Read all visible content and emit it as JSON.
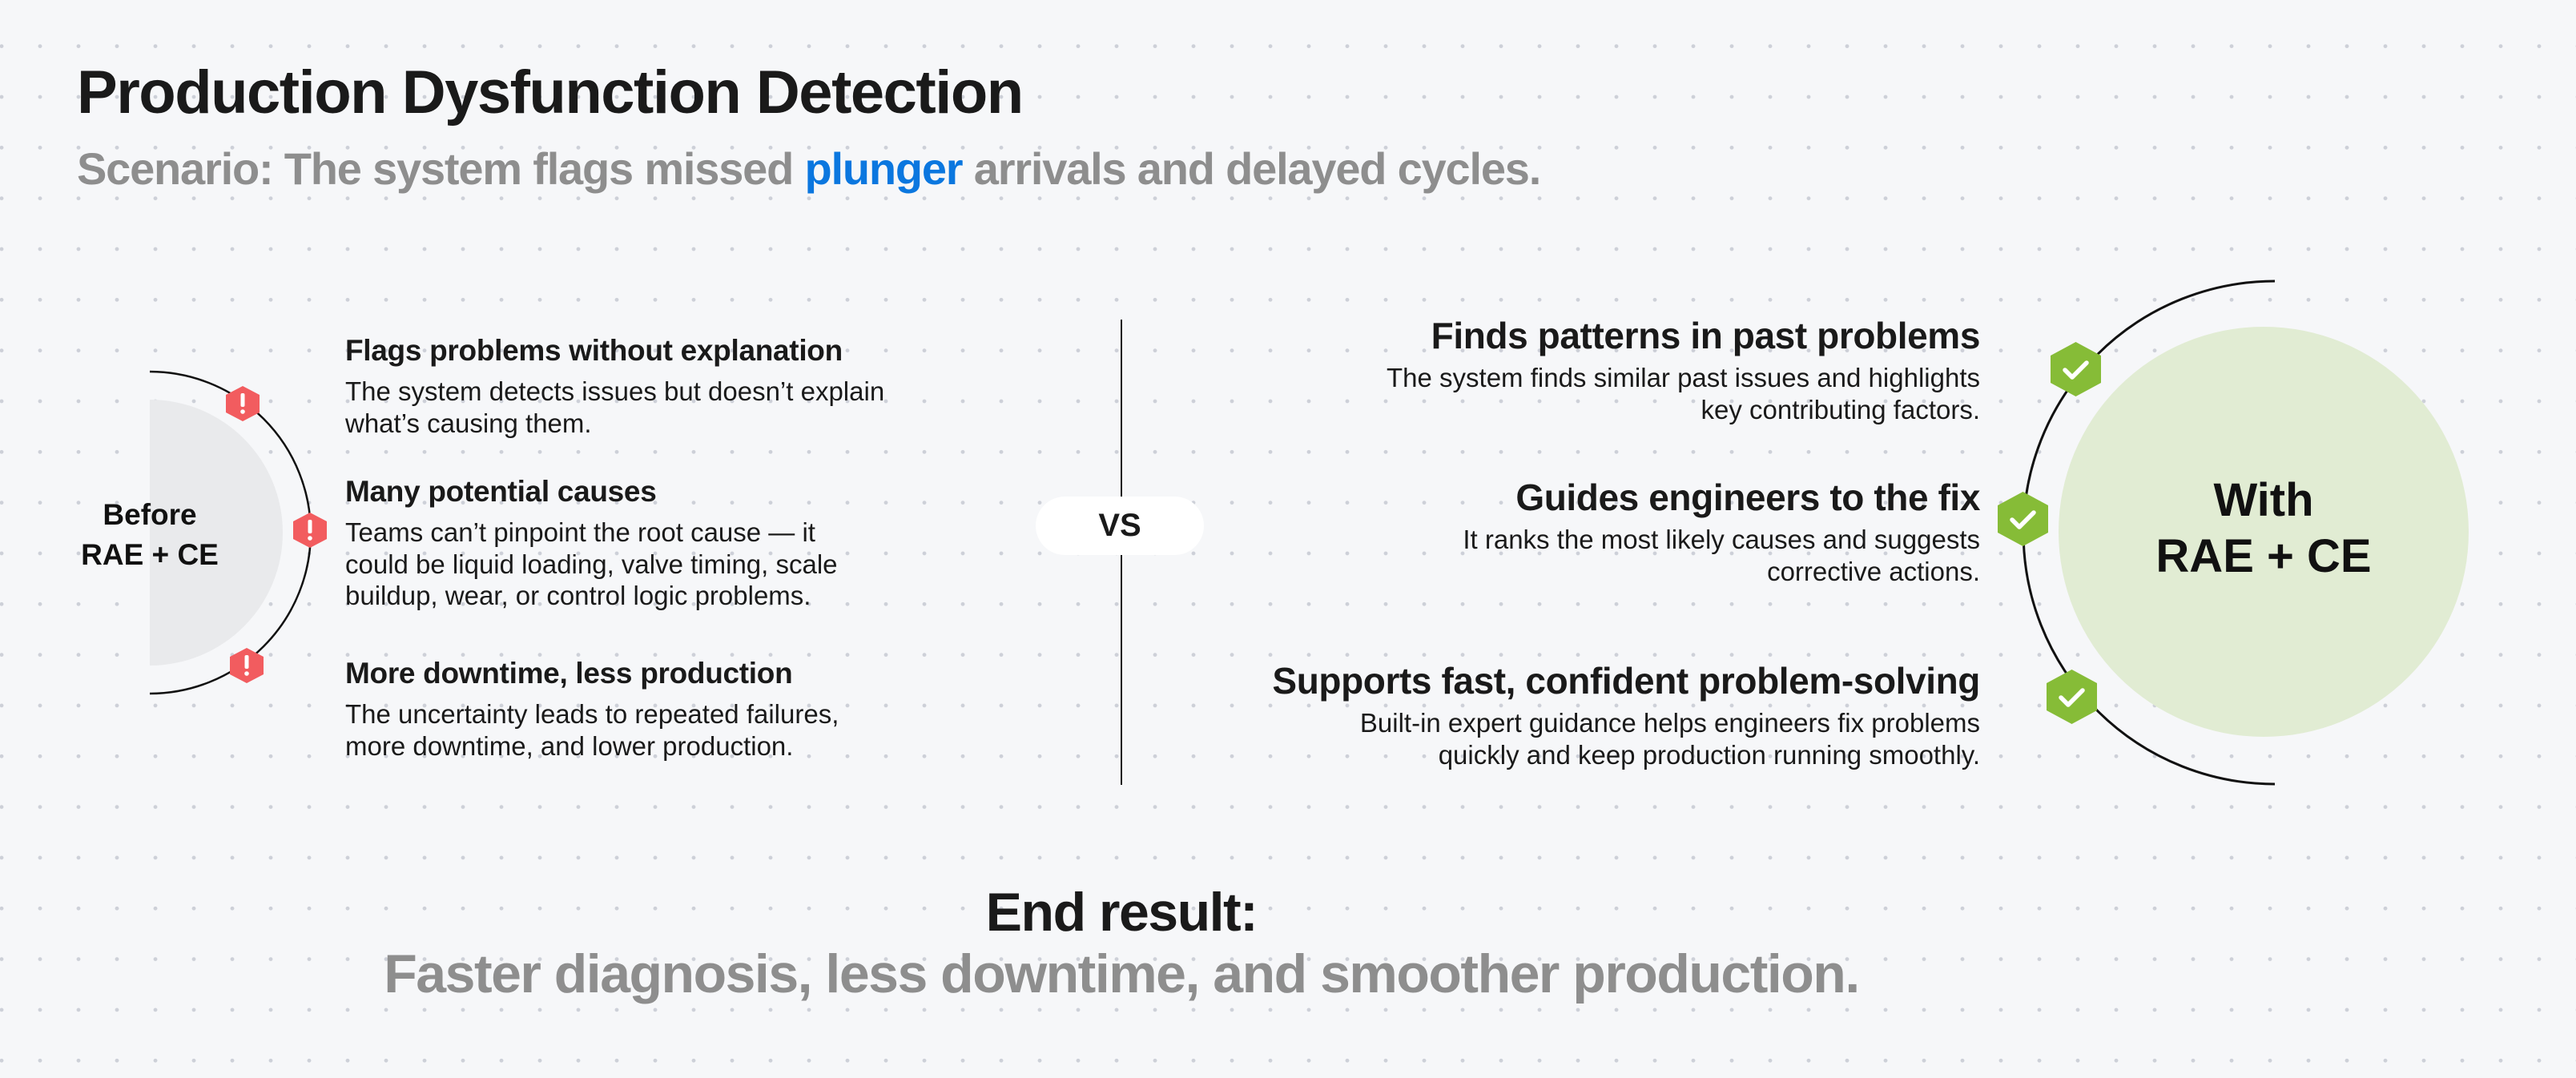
{
  "header": {
    "title": "Production Dysfunction Detection",
    "subtitle_prefix": "Scenario: The system flags missed ",
    "subtitle_highlight": "plunger",
    "subtitle_suffix": " arrivals and delayed cycles."
  },
  "before": {
    "label_line1": "Before",
    "label_line2": "RAE + CE",
    "icon": "warning-hexagon-icon",
    "items": [
      {
        "heading": "Flags problems without explanation",
        "body_line1": "The system detects issues but doesn’t explain",
        "body_line2": "what’s causing them."
      },
      {
        "heading": "Many potential causes",
        "body_line1": "Teams can’t pinpoint the root cause — it",
        "body_line2": "could be liquid loading, valve timing, scale",
        "body_line3": "buildup, wear, or control logic problems."
      },
      {
        "heading": "More downtime, less production",
        "body_line1": "The uncertainty leads to repeated failures,",
        "body_line2": "more downtime, and lower production."
      }
    ]
  },
  "vs": {
    "label": "VS"
  },
  "after": {
    "label_line1": "With",
    "label_line2": "RAE + CE",
    "icon": "check-hexagon-icon",
    "items": [
      {
        "heading": "Finds patterns in past problems",
        "body_line1": "The system finds similar past issues and highlights",
        "body_line2": "key contributing factors."
      },
      {
        "heading": "Guides engineers to the fix",
        "body_line1": "It ranks the most likely causes and suggests",
        "body_line2": "corrective actions."
      },
      {
        "heading": "Supports fast, confident problem-solving",
        "body_line1": "Built-in expert guidance helps engineers fix problems",
        "body_line2": "quickly and keep production running smoothly."
      }
    ]
  },
  "footer": {
    "title": "End result:",
    "summary": "Faster diagnosis, less downtime, and smoother production."
  },
  "colors": {
    "background": "#F6F7F9",
    "grid_dot": "#CDD0D8",
    "text": "#1A1A1A",
    "muted_text": "#8E8E8E",
    "highlight_blue": "#0B77DF",
    "warning_red": "#F25C5F",
    "check_green": "#86BC37",
    "before_disc": "#E9EAEC",
    "after_disc": "#E1ECD3"
  }
}
